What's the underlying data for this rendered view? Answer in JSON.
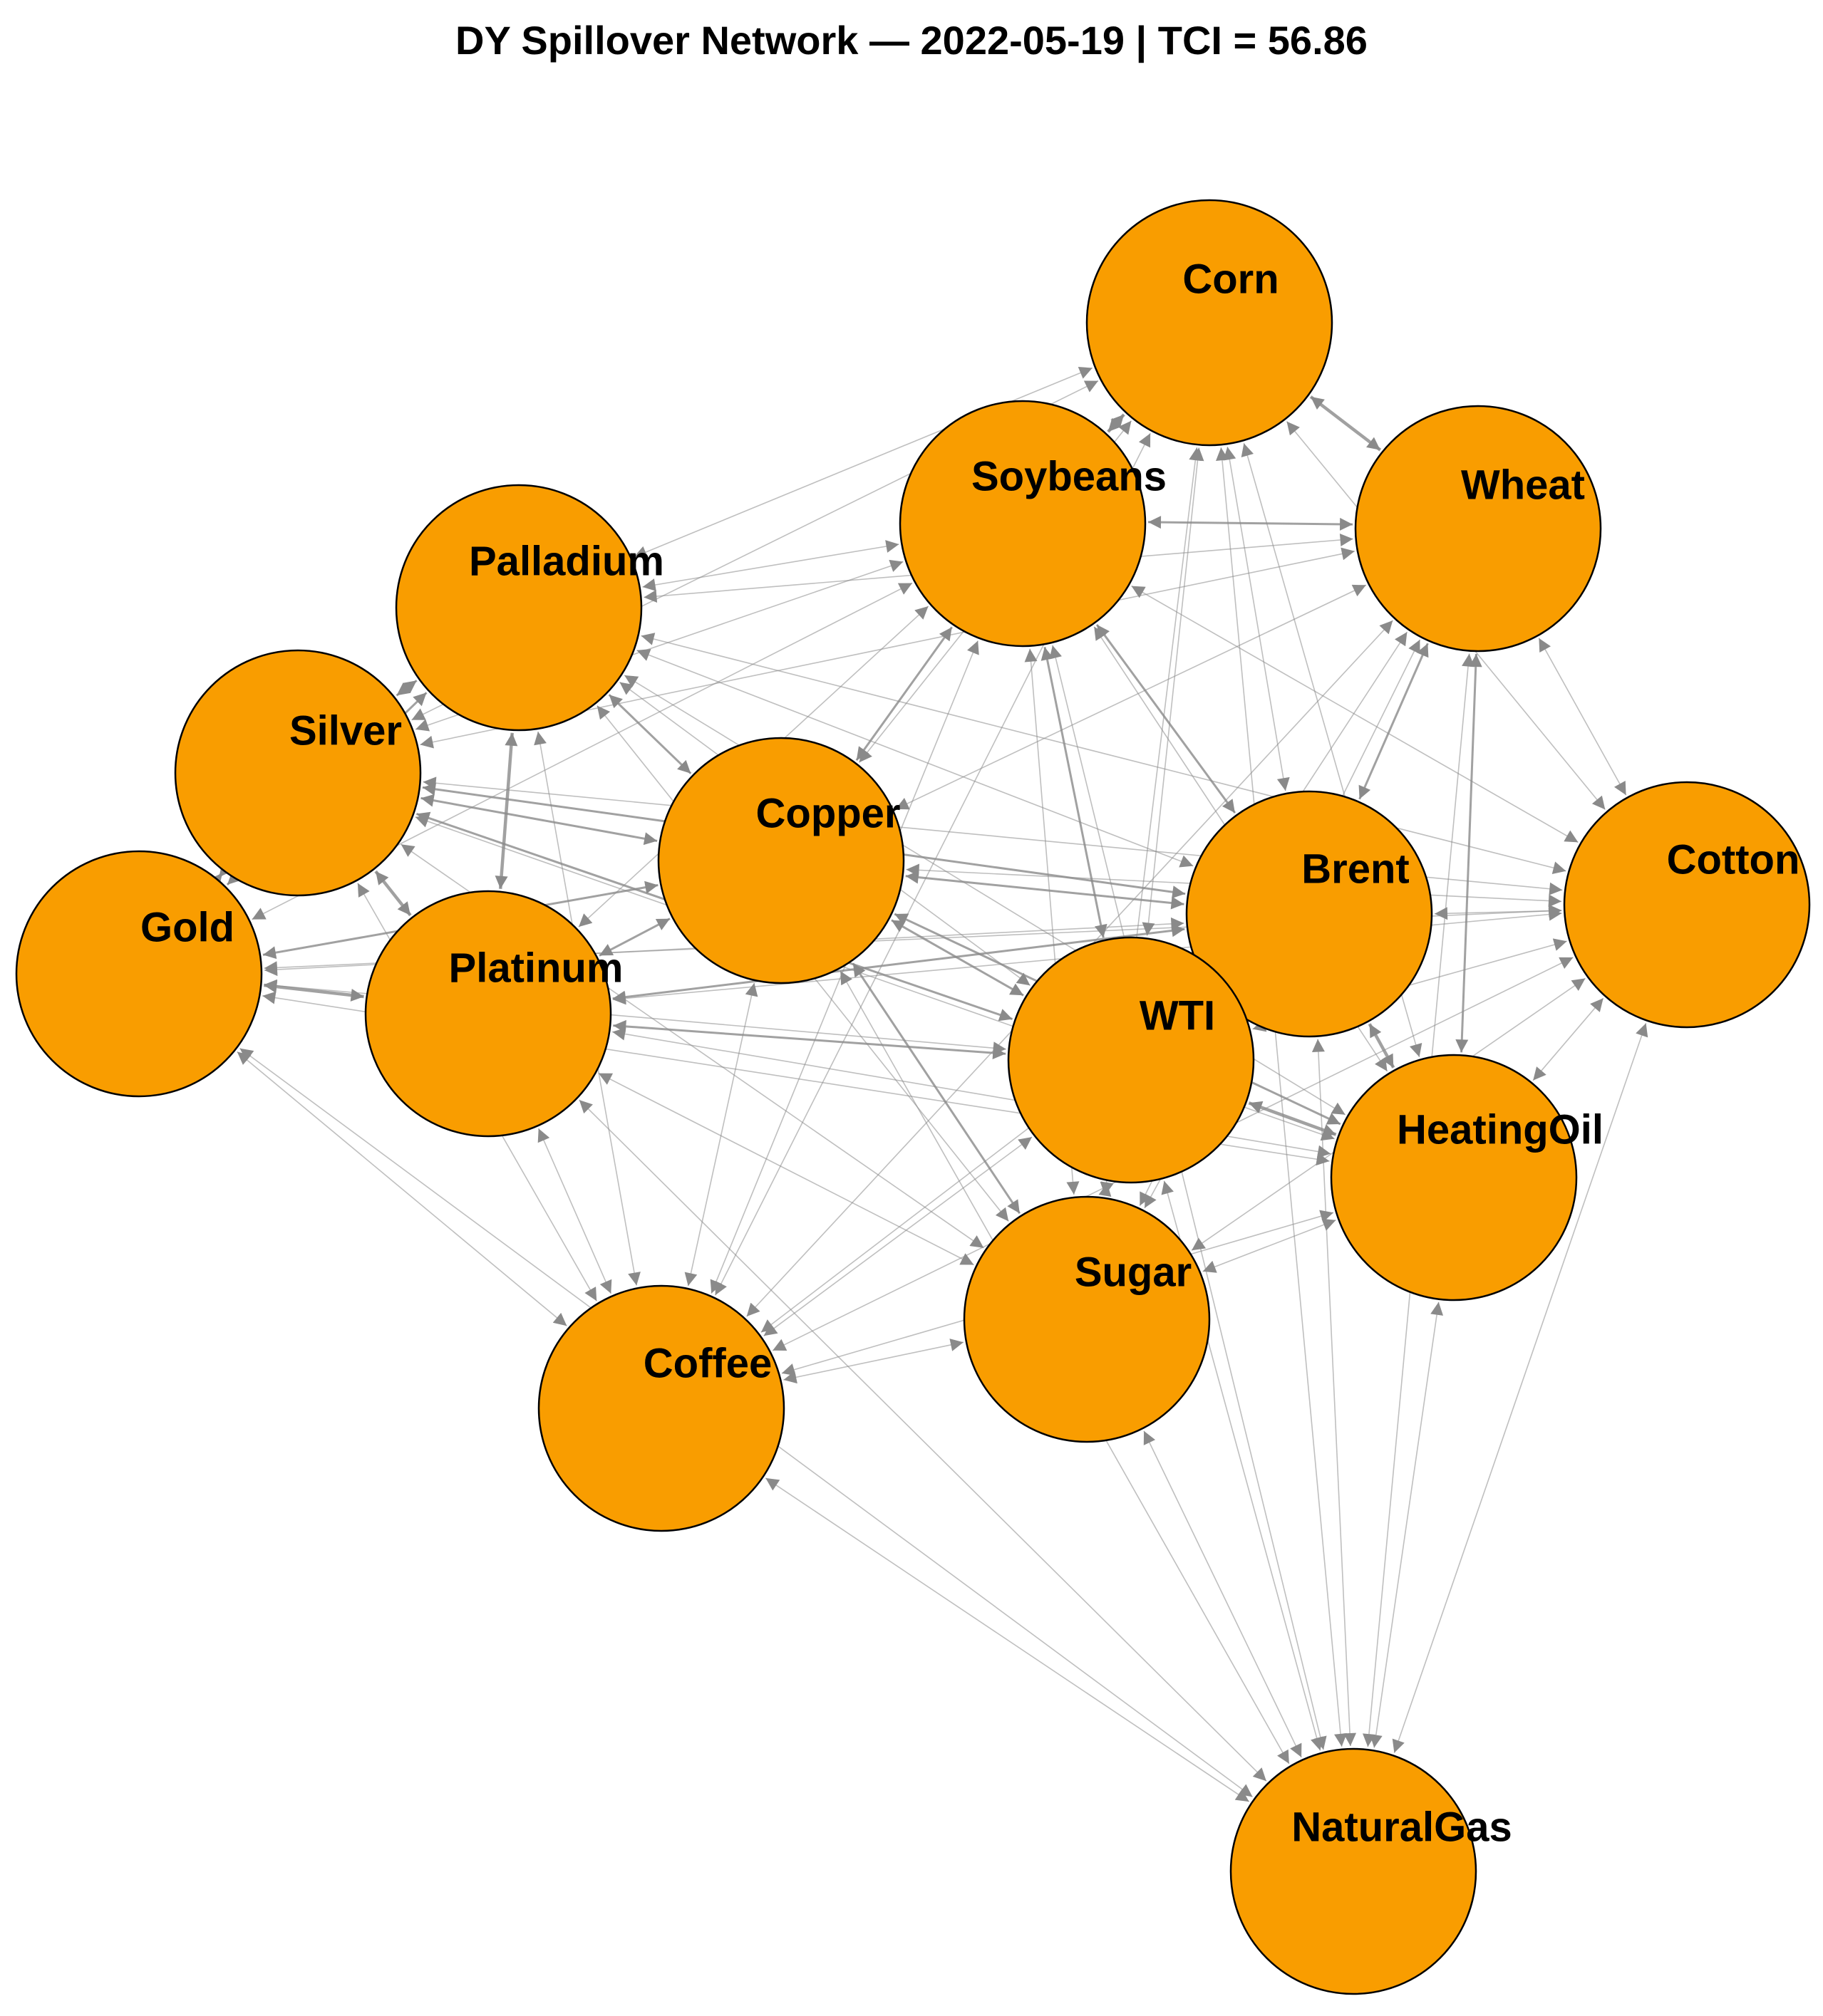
{
  "title": "DY Spillover Network — 2022-05-19 | TCI = 56.86",
  "colors": {
    "node_fill": "#f99d00",
    "node_stroke": "#000000",
    "edge": "#8a8a8a"
  },
  "nodes": [
    {
      "id": "Corn",
      "label": "Corn"
    },
    {
      "id": "Soybeans",
      "label": "Soybeans"
    },
    {
      "id": "Wheat",
      "label": "Wheat"
    },
    {
      "id": "Palladium",
      "label": "Palladium"
    },
    {
      "id": "Silver",
      "label": "Silver"
    },
    {
      "id": "Copper",
      "label": "Copper"
    },
    {
      "id": "Brent",
      "label": "Brent"
    },
    {
      "id": "Cotton",
      "label": "Cotton"
    },
    {
      "id": "Gold",
      "label": "Gold"
    },
    {
      "id": "Platinum",
      "label": "Platinum"
    },
    {
      "id": "WTI",
      "label": "WTI"
    },
    {
      "id": "HeatingOil",
      "label": "HeatingOil"
    },
    {
      "id": "Sugar",
      "label": "Sugar"
    },
    {
      "id": "Coffee",
      "label": "Coffee"
    },
    {
      "id": "NaturalGas",
      "label": "NaturalGas"
    }
  ],
  "edges": [
    [
      "Corn",
      "Wheat",
      3
    ],
    [
      "Corn",
      "Soybeans",
      3
    ],
    [
      "Corn",
      "Palladium",
      1
    ],
    [
      "Corn",
      "Silver",
      1
    ],
    [
      "Corn",
      "Copper",
      1
    ],
    [
      "Corn",
      "Brent",
      1
    ],
    [
      "Corn",
      "WTI",
      1
    ],
    [
      "Corn",
      "HeatingOil",
      1
    ],
    [
      "Corn",
      "Cotton",
      1
    ],
    [
      "Corn",
      "Sugar",
      1
    ],
    [
      "Corn",
      "NaturalGas",
      1
    ],
    [
      "Corn",
      "Coffee",
      1
    ],
    [
      "Soybeans",
      "Wheat",
      2
    ],
    [
      "Soybeans",
      "Palladium",
      1
    ],
    [
      "Soybeans",
      "Silver",
      1
    ],
    [
      "Soybeans",
      "Copper",
      2
    ],
    [
      "Soybeans",
      "Brent",
      2
    ],
    [
      "Soybeans",
      "WTI",
      2
    ],
    [
      "Soybeans",
      "HeatingOil",
      1
    ],
    [
      "Soybeans",
      "Cotton",
      1
    ],
    [
      "Soybeans",
      "Sugar",
      1
    ],
    [
      "Soybeans",
      "Coffee",
      1
    ],
    [
      "Soybeans",
      "NaturalGas",
      1
    ],
    [
      "Soybeans",
      "Platinum",
      1
    ],
    [
      "Soybeans",
      "Gold",
      1
    ],
    [
      "Wheat",
      "Palladium",
      1
    ],
    [
      "Wheat",
      "Silver",
      1
    ],
    [
      "Wheat",
      "Copper",
      1
    ],
    [
      "Wheat",
      "Brent",
      2
    ],
    [
      "Wheat",
      "WTI",
      1
    ],
    [
      "Wheat",
      "HeatingOil",
      2
    ],
    [
      "Wheat",
      "Cotton",
      1
    ],
    [
      "Wheat",
      "Sugar",
      1
    ],
    [
      "Wheat",
      "NaturalGas",
      1
    ],
    [
      "Wheat",
      "Coffee",
      1
    ],
    [
      "Palladium",
      "Silver",
      2
    ],
    [
      "Palladium",
      "Platinum",
      3
    ],
    [
      "Palladium",
      "Copper",
      2
    ],
    [
      "Palladium",
      "Gold",
      2
    ],
    [
      "Palladium",
      "Brent",
      1
    ],
    [
      "Palladium",
      "WTI",
      1
    ],
    [
      "Palladium",
      "HeatingOil",
      1
    ],
    [
      "Palladium",
      "Cotton",
      1
    ],
    [
      "Palladium",
      "Sugar",
      1
    ],
    [
      "Palladium",
      "Coffee",
      1
    ],
    [
      "Silver",
      "Gold",
      3
    ],
    [
      "Silver",
      "Platinum",
      3
    ],
    [
      "Silver",
      "Copper",
      2
    ],
    [
      "Silver",
      "Brent",
      2
    ],
    [
      "Silver",
      "WTI",
      2
    ],
    [
      "Silver",
      "HeatingOil",
      1
    ],
    [
      "Silver",
      "Cotton",
      1
    ],
    [
      "Silver",
      "Sugar",
      1
    ],
    [
      "Silver",
      "Coffee",
      1
    ],
    [
      "Copper",
      "Gold",
      2
    ],
    [
      "Copper",
      "Platinum",
      2
    ],
    [
      "Copper",
      "Brent",
      2
    ],
    [
      "Copper",
      "WTI",
      2
    ],
    [
      "Copper",
      "HeatingOil",
      2
    ],
    [
      "Copper",
      "Cotton",
      1
    ],
    [
      "Copper",
      "Sugar",
      2
    ],
    [
      "Copper",
      "Coffee",
      1
    ],
    [
      "Copper",
      "NaturalGas",
      1
    ],
    [
      "Brent",
      "WTI",
      3
    ],
    [
      "Brent",
      "HeatingOil",
      3
    ],
    [
      "Brent",
      "Cotton",
      1
    ],
    [
      "Brent",
      "Gold",
      1
    ],
    [
      "Brent",
      "Platinum",
      2
    ],
    [
      "Brent",
      "Sugar",
      1
    ],
    [
      "Brent",
      "NaturalGas",
      1
    ],
    [
      "Brent",
      "Coffee",
      1
    ],
    [
      "Cotton",
      "HeatingOil",
      1
    ],
    [
      "Cotton",
      "WTI",
      1
    ],
    [
      "Cotton",
      "Gold",
      1
    ],
    [
      "Cotton",
      "Platinum",
      1
    ],
    [
      "Cotton",
      "Sugar",
      1
    ],
    [
      "Cotton",
      "NaturalGas",
      1
    ],
    [
      "Cotton",
      "Coffee",
      1
    ],
    [
      "Gold",
      "Platinum",
      3
    ],
    [
      "Gold",
      "WTI",
      1
    ],
    [
      "Gold",
      "HeatingOil",
      1
    ],
    [
      "Gold",
      "Coffee",
      1
    ],
    [
      "Gold",
      "NaturalGas",
      1
    ],
    [
      "Platinum",
      "WTI",
      2
    ],
    [
      "Platinum",
      "HeatingOil",
      1
    ],
    [
      "Platinum",
      "Coffee",
      1
    ],
    [
      "Platinum",
      "Sugar",
      1
    ],
    [
      "Platinum",
      "NaturalGas",
      1
    ],
    [
      "WTI",
      "HeatingOil",
      3
    ],
    [
      "WTI",
      "Sugar",
      2
    ],
    [
      "WTI",
      "Coffee",
      1
    ],
    [
      "WTI",
      "NaturalGas",
      1
    ],
    [
      "HeatingOil",
      "Sugar",
      1
    ],
    [
      "HeatingOil",
      "NaturalGas",
      1
    ],
    [
      "HeatingOil",
      "Coffee",
      1
    ],
    [
      "Sugar",
      "Coffee",
      1
    ],
    [
      "Sugar",
      "NaturalGas",
      1
    ],
    [
      "Coffee",
      "NaturalGas",
      1
    ]
  ]
}
